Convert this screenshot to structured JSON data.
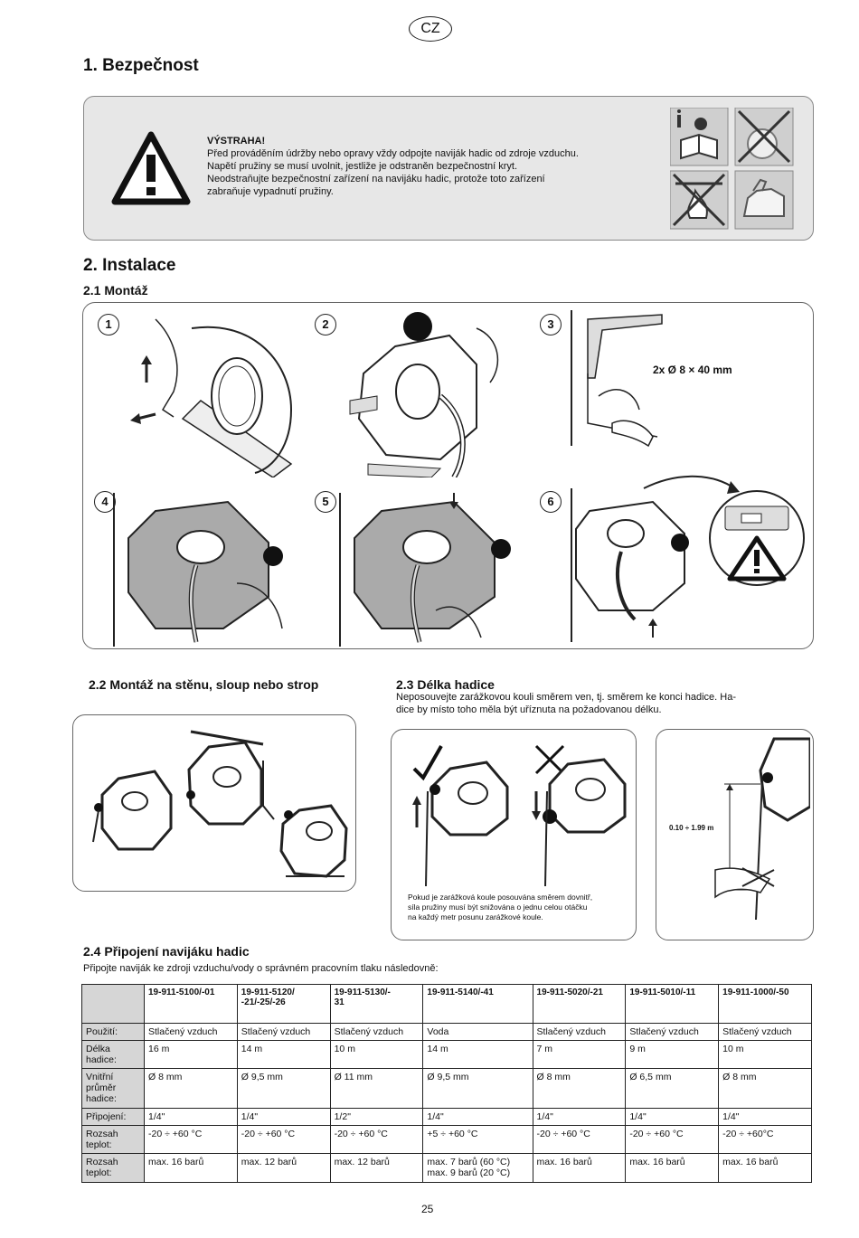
{
  "language_badge": "CZ",
  "section1": {
    "title": "1. Bezpečnost",
    "warning_title": "VÝSTRAHA!",
    "warning_lines": [
      "Před prováděním údržby nebo opravy vždy odpojte naviják hadic od zdroje vzduchu.",
      "Napětí pružiny se musí uvolnit, jestliže je odstraněn bezpečnostní kryt.",
      "Neodstraňujte bezpečnostní zařízení na navijáku hadic, protože toto zařízení",
      "zabraňuje vypadnutí pružiny."
    ]
  },
  "section2": {
    "title": "2. Instalace",
    "sub21": "2.1 Montáž",
    "steps": [
      "1",
      "2",
      "3",
      "4",
      "5",
      "6"
    ],
    "screw_label": "2x Ø 8 × 40 mm",
    "sub22": "2.2 Montáž na stěnu, sloup nebo strop",
    "sub23": "2.3 Délka hadice",
    "sub23_text": [
      "Neposouvejte zarážkovou kouli směrem ven, tj. směrem ke konci hadice. Ha-",
      "dice by místo toho měla být uříznuta na požadovanou délku."
    ],
    "ball_note": [
      "Pokud je zarážková koule posouvána směrem dovnitř,",
      "síla pružiny musí být snižována o jednu celou otáčku",
      "na každý metr posunu zarážkové koule."
    ],
    "length_label": "0.10 ÷ 1.99 m",
    "sub24": "2.4 Připojení navijáku hadic",
    "sub24_text": "Připojte naviják ke zdroji vzduchu/vody o správném pracovním tlaku následovně:"
  },
  "table": {
    "headers": [
      "19-911-5100/-01",
      "19-911-5120/\n-21/-25/-26",
      "19-911-5130/-\n31",
      "19-911-5140/-41",
      "19-911-5020/-21",
      "19-911-5010/-11",
      "19-911-1000/-50"
    ],
    "rows": [
      {
        "label": "Použití:",
        "cells": [
          "Stlačený vzduch",
          "Stlačený vzduch",
          "Stlačený vzduch",
          "Voda",
          "Stlačený vzduch",
          "Stlačený vzduch",
          "Stlačený vzduch"
        ]
      },
      {
        "label": "Délka\nhadice:",
        "cells": [
          "16 m",
          "14 m",
          "10 m",
          "14 m",
          "7 m",
          "9 m",
          "10 m"
        ]
      },
      {
        "label": "Vnitřní\nprůměr\nhadice:",
        "cells": [
          "Ø 8 mm",
          "Ø 9,5 mm",
          "Ø 11 mm",
          "Ø 9,5 mm",
          "Ø 8 mm",
          "Ø 6,5 mm",
          "Ø 8 mm"
        ]
      },
      {
        "label": "Připojení:",
        "cells": [
          "1/4\"",
          "1/4\"",
          "1/2\"",
          "1/4\"",
          "1/4\"",
          "1/4\"",
          "1/4\""
        ]
      },
      {
        "label": "Rozsah\nteplot:",
        "cells": [
          "-20 ÷ +60 °C",
          "-20 ÷ +60 °C",
          "-20 ÷ +60 °C",
          "+5 ÷ +60 °C",
          "-20 ÷ +60 °C",
          "-20 ÷ +60 °C",
          "-20 ÷ +60°C"
        ]
      },
      {
        "label": "Rozsah\nteplot:",
        "cells": [
          "max. 16 barů",
          "max. 12 barů",
          "max. 12 barů",
          "max. 7 barů (60 °C)\nmax. 9 barů (20 °C)",
          "max. 16 barů",
          "max. 16 barů",
          "max. 16 barů"
        ]
      }
    ]
  },
  "page_number": "25"
}
